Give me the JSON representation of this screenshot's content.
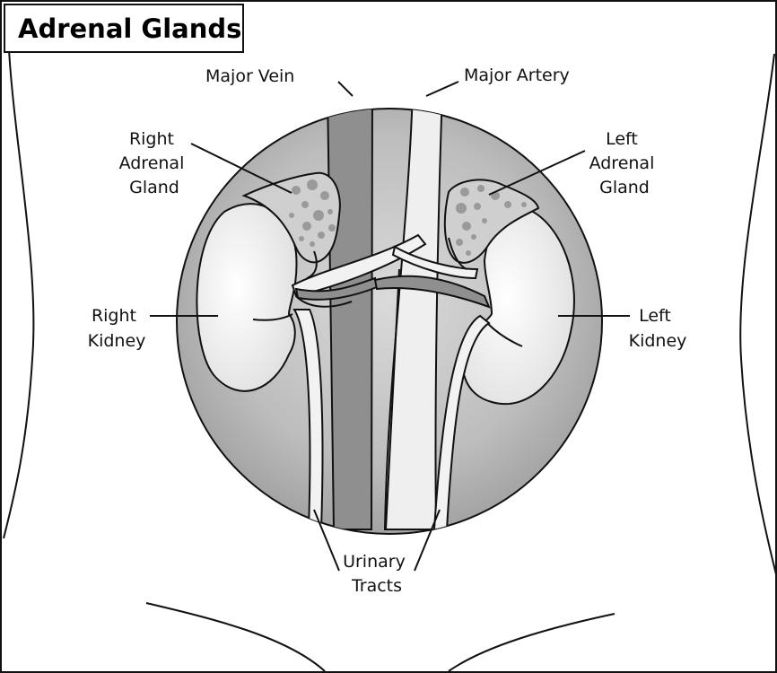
{
  "title": "Adrenal Glands",
  "labels": {
    "major_vein": "Major Vein",
    "major_artery": "Major Artery",
    "right_adrenal": [
      "Right",
      "Adrenal",
      "Gland"
    ],
    "left_adrenal": [
      "Left",
      "Adrenal",
      "Gland"
    ],
    "right_kidney": [
      "Right",
      "Kidney"
    ],
    "left_kidney": [
      "Left",
      "Kidney"
    ],
    "urinary_tracts": [
      "Urinary",
      "Tracts"
    ]
  },
  "colors": {
    "circle_fill": "#a9a9a9",
    "vein_fill": "#8f8f8f",
    "artery_fill": "#eeeeee",
    "kidney_fill": "#eaeaea",
    "gland_fill": "#cfcfcf",
    "gland_spots": "#9a9a9a",
    "outline": "#111111"
  }
}
